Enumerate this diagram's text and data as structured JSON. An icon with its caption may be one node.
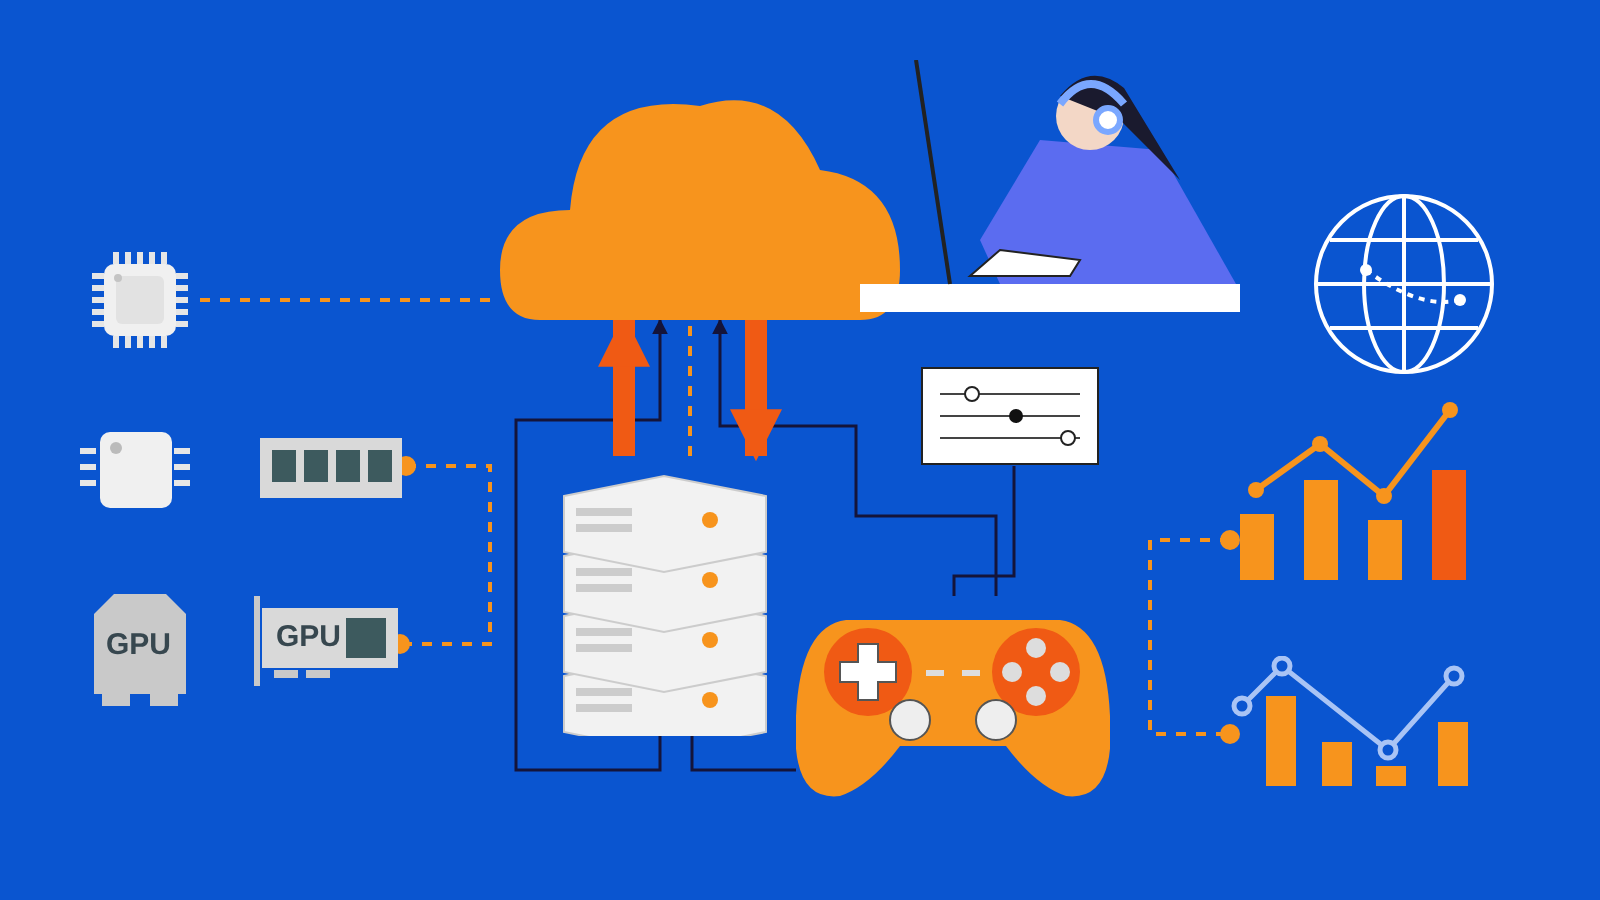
{
  "diagram": {
    "nodes": [
      {
        "text": [],
        "shape": "cloud"
      },
      {
        "text": [],
        "shape": "picture"
      },
      {
        "text": [],
        "shape": "picture"
      },
      {
        "text": [],
        "shape": "picture"
      },
      {
        "text": [],
        "shape": "picture"
      },
      {
        "text": [],
        "shape": "picture"
      },
      {
        "text": [
          "GPU"
        ]
      },
      {
        "text": [
          "GPU"
        ]
      },
      {
        "text": [],
        "shape": "picture"
      },
      {
        "text": [],
        "shape": "picture"
      },
      {
        "text": [],
        "shape": "picture"
      },
      {
        "text": [],
        "shape": "picture"
      },
      {
        "text": [],
        "shape": "picture"
      }
    ],
    "edges": [
      {
        "from": 3,
        "to": 0,
        "arrow": "none",
        "style": "dashed",
        "color": "#f7941d"
      },
      {
        "from": 5,
        "to": 7,
        "arrow": "other",
        "style": "dashed",
        "color": "#f7941d"
      },
      {
        "from": 8,
        "to": 0,
        "arrow": "none",
        "style": "dashed",
        "color": "#f7941d"
      },
      {
        "from": 8,
        "to": 0,
        "arrow": "to",
        "color": "#14143a"
      },
      {
        "from": 10,
        "to": 0,
        "arrow": "to",
        "color": "#14143a"
      },
      {
        "from": 9,
        "to": 10,
        "arrow": "none",
        "color": "#14143a"
      },
      {
        "from": 8,
        "to": 10,
        "arrow": "none",
        "color": "#14143a"
      },
      {
        "from": 8,
        "to": 0,
        "arrow": "to",
        "style": "thick",
        "color": "#f05a14"
      },
      {
        "from": 0,
        "to": 8,
        "arrow": "to",
        "style": "thick",
        "color": "#f05a14"
      },
      {
        "from": 11,
        "to": 12,
        "arrow": "other",
        "style": "dashed",
        "color": "#f7941d"
      }
    ]
  }
}
